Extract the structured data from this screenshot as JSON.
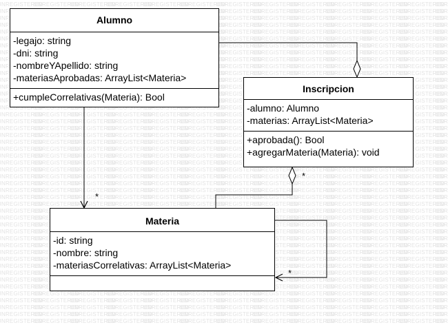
{
  "watermark_text": "UNREGISTERED",
  "classes": {
    "alumno": {
      "name": "Alumno",
      "attributes": [
        "-legajo: string",
        "-dni: string",
        "-nombreYApellido: string",
        "-materiasAprobadas: ArrayList<Materia>"
      ],
      "operations": [
        "+cumpleCorrelativas(Materia): Bool"
      ]
    },
    "inscripcion": {
      "name": "Inscripcion",
      "attributes": [
        "-alumno: Alumno",
        "-materias: ArrayList<Materia>"
      ],
      "operations": [
        "+aprobada(): Bool",
        "+agregarMateria(Materia): void"
      ]
    },
    "materia": {
      "name": "Materia",
      "attributes": [
        "-id: string",
        "-nombre: string",
        "-materiasCorrelativas: ArrayList<Materia>"
      ],
      "operations": []
    }
  },
  "multiplicities": {
    "alumno_materia": "*",
    "inscripcion_materia": "*",
    "materia_self": "*"
  }
}
